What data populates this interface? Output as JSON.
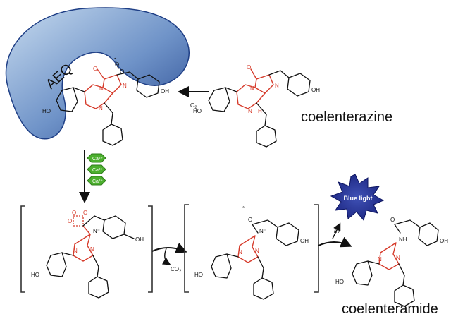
{
  "protein_label": "AEQ",
  "substrate_name": "coelenterazine",
  "product_name": "coelenteramide",
  "oxygen_label": "O",
  "oxygen_subscript": "2",
  "calcium_ions": [
    "Ca²⁺",
    "Ca²⁺",
    "Ca²⁺"
  ],
  "co2_label": "CO",
  "co2_subscript": "2",
  "light_label": "Blue light",
  "hv_label": "hν",
  "atoms": {
    "ho": "HO",
    "oh": "OH",
    "o": "O",
    "n": "N",
    "nh": "NH",
    "h": "H",
    "n_anion": "N⁻",
    "star": "*"
  },
  "colors": {
    "protein_dark": "#2d4f9a",
    "protein_light": "#c5d9ee",
    "ring_red": "#d63a2a",
    "calcium_green": "#4caf2e",
    "burst_dark": "#1a237e",
    "burst_light": "#3f51b5"
  }
}
